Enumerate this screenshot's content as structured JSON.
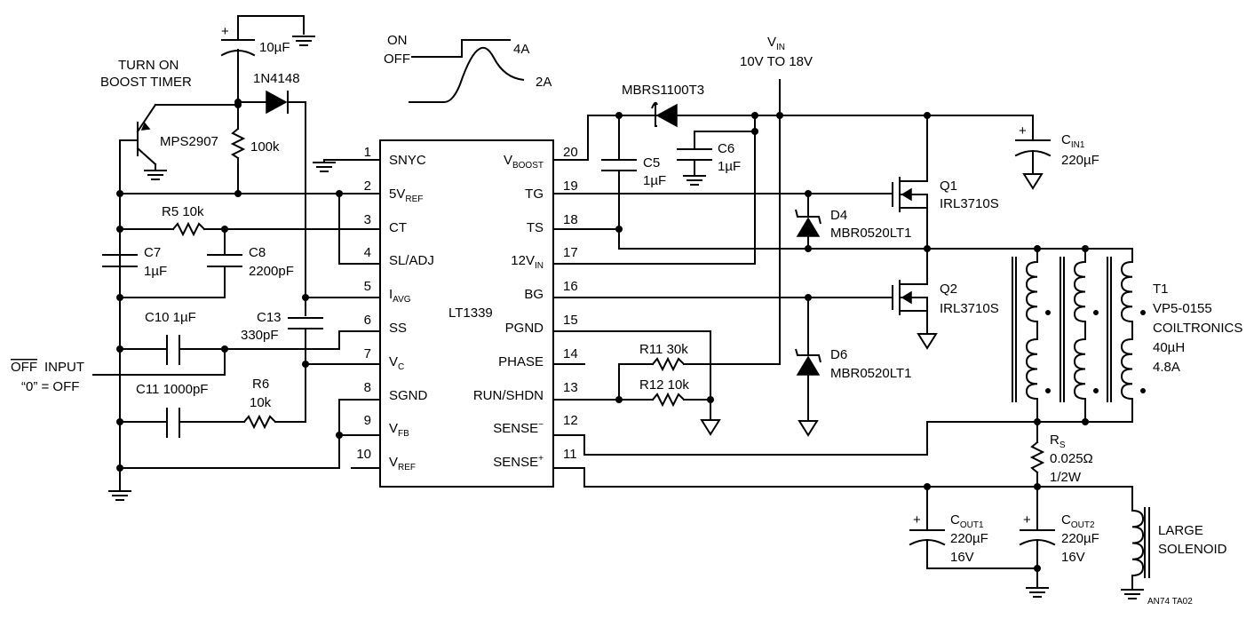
{
  "ic": {
    "name": "LT1339",
    "pins_left": [
      {
        "num": "1",
        "name": "SNYC",
        "sub": ""
      },
      {
        "num": "2",
        "name": "5V",
        "sub": "REF"
      },
      {
        "num": "3",
        "name": "CT",
        "sub": ""
      },
      {
        "num": "4",
        "name": "SL/ADJ",
        "sub": ""
      },
      {
        "num": "5",
        "name": "I",
        "sub": "AVG"
      },
      {
        "num": "6",
        "name": "SS",
        "sub": ""
      },
      {
        "num": "7",
        "name": "V",
        "sub": "C"
      },
      {
        "num": "8",
        "name": "SGND",
        "sub": ""
      },
      {
        "num": "9",
        "name": "V",
        "sub": "FB"
      },
      {
        "num": "10",
        "name": "V",
        "sub": "REF"
      }
    ],
    "pins_right": [
      {
        "num": "20",
        "name": "V",
        "sub": "BOOST",
        "sup": ""
      },
      {
        "num": "19",
        "name": "TG",
        "sub": "",
        "sup": ""
      },
      {
        "num": "18",
        "name": "TS",
        "sub": "",
        "sup": ""
      },
      {
        "num": "17",
        "name": "12V",
        "sub": "IN",
        "sup": ""
      },
      {
        "num": "16",
        "name": "BG",
        "sub": "",
        "sup": ""
      },
      {
        "num": "15",
        "name": "PGND",
        "sub": "",
        "sup": ""
      },
      {
        "num": "14",
        "name": "PHASE",
        "sub": "",
        "sup": ""
      },
      {
        "num": "13",
        "name": "RUN/SHDN",
        "sub": "",
        "sup": ""
      },
      {
        "num": "12",
        "name": "SENSE",
        "sub": "",
        "sup": "−"
      },
      {
        "num": "11",
        "name": "SENSE",
        "sub": "",
        "sup": "+"
      }
    ]
  },
  "labels": {
    "turn_on_1": "TURN ON",
    "turn_on_2": "BOOST TIMER",
    "mps": "MPS2907",
    "r100k": "100k",
    "d1n4148": "1N4148",
    "cap10u": "10µF",
    "on": "ON",
    "off": "OFF",
    "i4a": "4A",
    "i2a": "2A",
    "mbrs": "MBRS1100T3",
    "vin_main": "V",
    "vin_sub": "IN",
    "vin_range": "10V TO 18V",
    "c5_name": "C5",
    "c5_val": "1µF",
    "c6_name": "C6",
    "c6_val": "1µF",
    "cin_name": "C",
    "cin_sub": "IN1",
    "cin_val": "220µF",
    "q1_name": "Q1",
    "q1_part": "IRL3710S",
    "q2_name": "Q2",
    "q2_part": "IRL3710S",
    "d4_name": "D4",
    "d4_part": "MBR0520LT1",
    "d6_name": "D6",
    "d6_part": "MBR0520LT1",
    "r5": "R5 10k",
    "c7_name": "C7",
    "c7_val": "1µF",
    "c8_name": "C8",
    "c8_val": "2200pF",
    "c13_name": "C13",
    "c13_val": "330pF",
    "c10": "C10 1µF",
    "c11": "C11 1000pF",
    "r6_name": "R6",
    "r6_val": "10k",
    "off_input": "OFF",
    "off_input_rest": " INPUT",
    "off_eq": "“0” = OFF",
    "r11": "R11 30k",
    "r12": "R12 10k",
    "t1_name": "T1",
    "t1_part": "VP5-0155",
    "t1_mfr": "COILTRONICS",
    "t1_l": "40µH",
    "t1_i": "4.8A",
    "rs_name": "R",
    "rs_sub": "S",
    "rs_val": "0.025Ω",
    "rs_pwr": "1/2W",
    "cout1_name": "C",
    "cout1_sub": "OUT1",
    "cout1_val": "220µF",
    "cout1_v": "16V",
    "cout2_name": "C",
    "cout2_sub": "OUT2",
    "cout2_val": "220µF",
    "cout2_v": "16V",
    "solenoid_1": "LARGE",
    "solenoid_2": "SOLENOID",
    "fig_id": "AN74 TA02"
  }
}
